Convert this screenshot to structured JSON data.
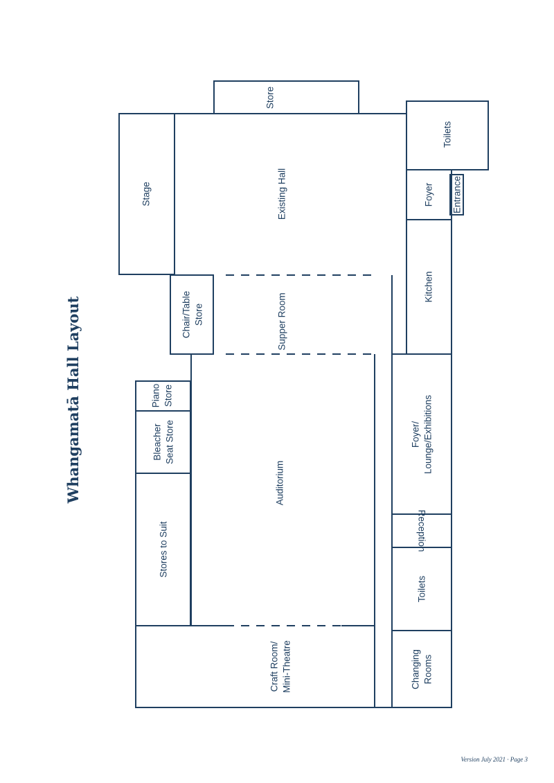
{
  "title": "Whangamatā Hall Layout",
  "rooms": {
    "store": "Store",
    "stage": "Stage",
    "existing_hall": "Existing Hall",
    "toilets_top": "Toilets",
    "foyer": "Foyer",
    "entrance": "Entrance",
    "kitchen": "Kitchen",
    "chair_table_store": [
      "Chair/Table",
      "Store"
    ],
    "supper_room": "Supper Room",
    "piano_store": [
      "Piano",
      "Store"
    ],
    "bleacher_seat_store": [
      "Bleacher",
      "Seat Store"
    ],
    "stores_to_suit": "Stores to Suit",
    "auditorium": "Auditorium",
    "foyer_lounge": [
      "Foyer/",
      "Lounge/Exhibitions"
    ],
    "reception": "Reception",
    "toilets_bottom": "Toilets",
    "craft_room": [
      "Craft Room/",
      "Mini-Theatre"
    ],
    "changing_rooms": [
      "Changing",
      "Rooms"
    ]
  },
  "footer": {
    "version": "Version July 2021",
    "separator": "·",
    "page": "Page 3"
  },
  "colors": {
    "line": "#1f3f60",
    "background": "#ffffff"
  }
}
